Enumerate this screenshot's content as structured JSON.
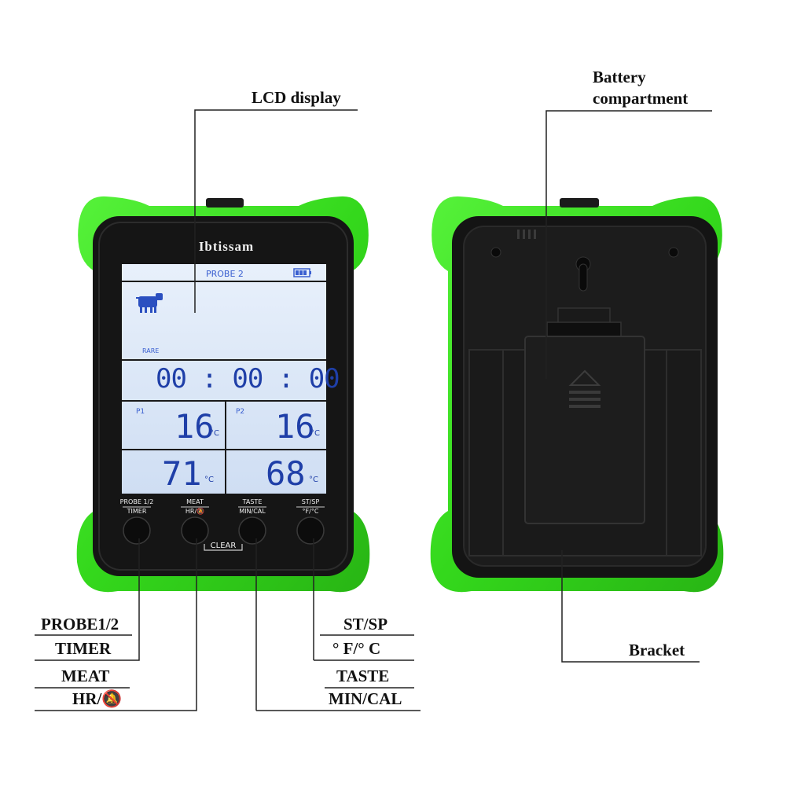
{
  "device": {
    "brand": "Ibtissam",
    "lcd": {
      "probe_header": "PROBE  2",
      "doneness": "RARE",
      "timer": "00 : 00 : 00",
      "probe1_label": "P1",
      "probe1_temp": "16",
      "probe2_label": "P2",
      "probe2_temp": "16",
      "target1_temp": "71",
      "target2_temp": "68",
      "unit": "°C"
    },
    "buttons": [
      {
        "top": "PROBE 1/2",
        "bottom": "TIMER"
      },
      {
        "top": "MEAT",
        "bottom": "HR/🔕"
      },
      {
        "top": "TASTE",
        "bottom": "MIN/CAL"
      },
      {
        "top": "ST/SP",
        "bottom": "°F/°C"
      }
    ],
    "clear_label": "CLEAR"
  },
  "callouts": {
    "lcd_display": "LCD display",
    "battery_line1": "Battery",
    "battery_line2": "compartment",
    "bracket": "Bracket",
    "probe12": "PROBE1/2",
    "timer": "TIMER",
    "meat": "MEAT",
    "hr": "HR/🔕",
    "stsp": "ST/SP",
    "fc": "°  F/°  C",
    "taste": "TASTE",
    "mincal": "MIN/CAL"
  },
  "colors": {
    "silicone_green": "#3ee61e",
    "body_black": "#151515",
    "lcd_background": "#d9e6f7",
    "lcd_digits": "#1f3fa8"
  }
}
